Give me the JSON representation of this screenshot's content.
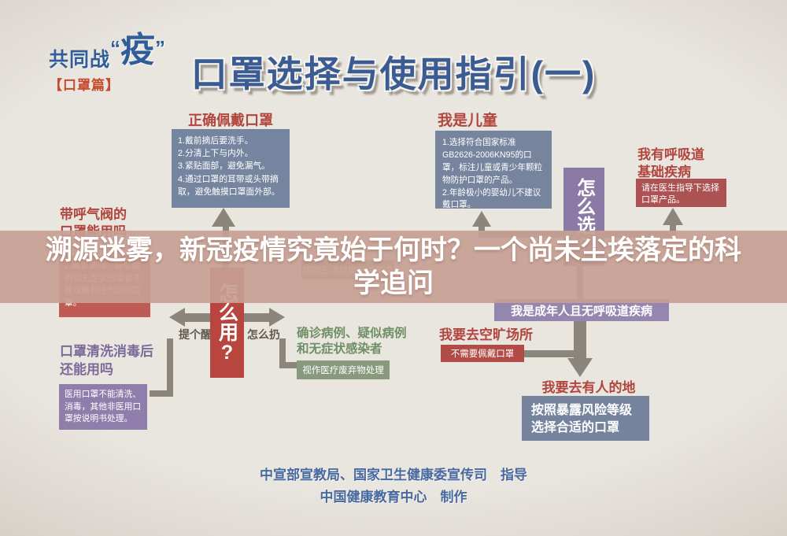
{
  "logo": {
    "main": "共同战",
    "quote_open": "“",
    "yi": "疫",
    "quote_close": "”",
    "badge": "【口罩篇】"
  },
  "title": "口罩选择与使用指引(一)",
  "overlay": {
    "headline": "溯源迷雾，新冠疫情究竟始于何时？一个尚未尘埃落定的科学追问"
  },
  "sections": {
    "wear": {
      "header": "正确佩戴口罩",
      "items": [
        "1.戴前摘后要洗手。",
        "2.分清上下与内外。",
        "3.紧贴面部，避免漏气。",
        "4.通过口罩的耳带或头带摘取，避免触摸口罩面外部。"
      ]
    },
    "valve": {
      "header": "带呼气阀的口罩能用吗",
      "body": "2.确诊病例、疑似病例和无症状感染者不建议戴有呼气阀的口罩。"
    },
    "wash": {
      "header": "口罩清洗消毒后还能用吗",
      "body": "医用口罩不能清洗、消毒，其他非医用口罩按说明书处理。"
    },
    "how_use": {
      "label": "怎么用?",
      "left_label": "提个醒",
      "right_label": "怎么扔"
    },
    "trash": {
      "upper_box": "按照生活垃圾分类要求",
      "header": "确诊病例、疑似病例和无症状感染者",
      "box": "视作医疗废弃物处理"
    },
    "child": {
      "header": "我是儿童",
      "items": [
        "1.选择符合国家标准GB2626-2006KN95的口罩，标注儿童或青少年颗粒物防护口罩的产品。",
        "2.年龄极小的婴幼儿不建议戴口罩。"
      ]
    },
    "how_choose": {
      "label": "怎么选?"
    },
    "respiratory": {
      "header": "我有呼吸道基础疾病",
      "box": "请在医生指导下选择口罩产品。"
    },
    "adult_bar": {
      "label": "我是成年人且无呼吸道疾病"
    },
    "open_area": {
      "header": "我要去空旷场所",
      "box": "不需要佩戴口罩"
    },
    "crowded": {
      "header": "我要去有人的地方",
      "box": "按照暴露风险等级选择合适的口罩"
    }
  },
  "credits": {
    "line1": "中宣部宣教局、国家卫生健康委宣传司　指导",
    "line2": "中国健康教育中心　制作"
  },
  "colors": {
    "title_blue": "#3a5c92",
    "header_red": "#b2453e",
    "bluegray_box": "#76859f",
    "red_box": "#ad5252",
    "purple_box": "#8f7dab",
    "purple_bar": "#9486ae",
    "choose_purple": "#8b7aa6",
    "use_red": "#b8453e",
    "green_box": "#88997e",
    "connector_gray": "#8b857b",
    "overlay_band": "#c7a092",
    "credits_blue": "#47699e"
  }
}
